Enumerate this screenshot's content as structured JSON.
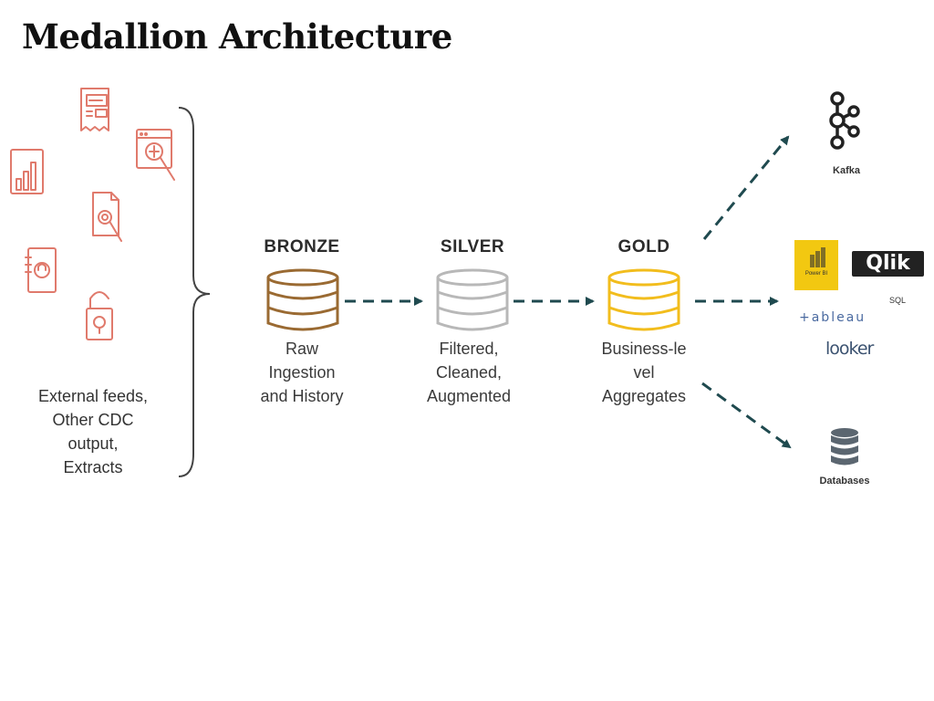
{
  "title": "Medallion Architecture",
  "sources": {
    "caption_lines": [
      "External feeds,",
      "Other CDC",
      "output,",
      "Extracts"
    ],
    "icons": [
      "receipt-icon",
      "web-search-icon",
      "bar-chart-icon",
      "document-search-icon",
      "secure-document-icon",
      "padlock-icon"
    ],
    "icon_color": "#e07a6c"
  },
  "stages": [
    {
      "id": "bronze",
      "label": "BRONZE",
      "desc_lines": [
        "Raw",
        "Ingestion",
        "and History"
      ],
      "color": "#9a6a32"
    },
    {
      "id": "silver",
      "label": "SILVER",
      "desc_lines": [
        "Filtered,",
        "Cleaned,",
        "Augmented"
      ],
      "color": "#b8b8b8"
    },
    {
      "id": "gold",
      "label": "GOLD",
      "desc_lines": [
        "Business-le",
        "vel",
        "Aggregates"
      ],
      "color": "#f2bd1d"
    }
  ],
  "arrow_color": "#1f4a4f",
  "destinations": {
    "kafka": {
      "label": "Kafka"
    },
    "bi": {
      "powerbi": "Power BI",
      "qlik": "Qlik",
      "sql": "SQL",
      "tableau": "+ableau",
      "looker": "looker"
    },
    "databases": {
      "label": "Databases"
    }
  }
}
